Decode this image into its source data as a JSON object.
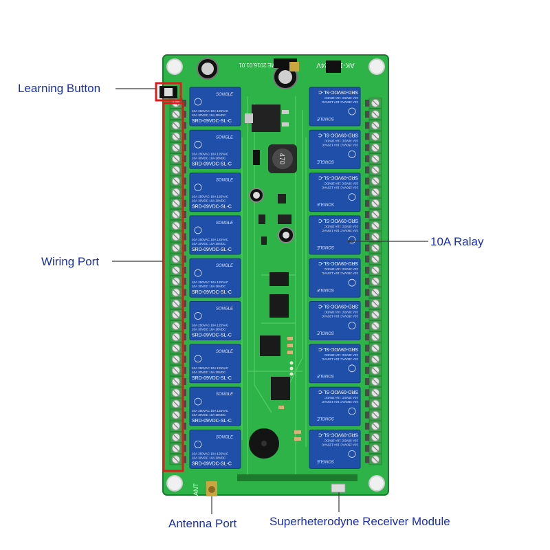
{
  "board": {
    "silkscreen_model": "AK-16S-24V",
    "silkscreen_date": "TIME:2016.01.01",
    "antenna_mark": "ANT",
    "inductor_mark": "470",
    "relay": {
      "brand": "SONGLE",
      "rating_line_1": "10A 250VAC  10A 125VAC",
      "rating_line_2": "10A 30VDC  10A 28VDC",
      "model": "SRD-09VDC-SL-C"
    },
    "colors": {
      "pcb": "#2db348",
      "pcb_dark": "#1f8f36",
      "relay": "#1f4fa8",
      "terminal": "#3aa24a",
      "highlight": "#e11b1b",
      "callout": "#1a2fb0"
    }
  },
  "callouts": {
    "learning_button": "Learning Button",
    "wiring_port": "Wiring Port",
    "relay": "10A Ralay",
    "antenna_port": "Antenna Port",
    "receiver_module": "Superheterodyne Receiver Module"
  }
}
